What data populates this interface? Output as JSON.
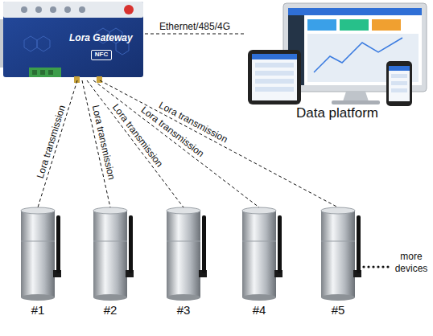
{
  "diagram": {
    "nodes": [
      {
        "text": [
          "Lora Gateway",
          "NFC"
        ]
      },
      {
        "text": [
          "Data platform"
        ]
      },
      {
        "text": [
          "#1"
        ]
      },
      {
        "text": [
          "#2"
        ]
      },
      {
        "text": [
          "#3"
        ]
      },
      {
        "text": [
          "#4"
        ]
      },
      {
        "text": [
          "#5"
        ]
      }
    ],
    "edges": [
      {
        "from": 0,
        "to": 1,
        "arrow": "none",
        "label": "Ethernet/485/4G"
      },
      {
        "from": 0,
        "to": 2,
        "arrow": "none",
        "label": "Lora transmission"
      },
      {
        "from": 0,
        "to": 3,
        "arrow": "none",
        "label": "Lora transmission"
      },
      {
        "from": 0,
        "to": 4,
        "arrow": "none",
        "label": "Lora transmission"
      },
      {
        "from": 0,
        "to": 5,
        "arrow": "none",
        "label": "Lora transmission"
      },
      {
        "from": 0,
        "to": 6,
        "arrow": "none",
        "label": "Lora transmission"
      }
    ],
    "labels": [
      "more devices"
    ]
  }
}
